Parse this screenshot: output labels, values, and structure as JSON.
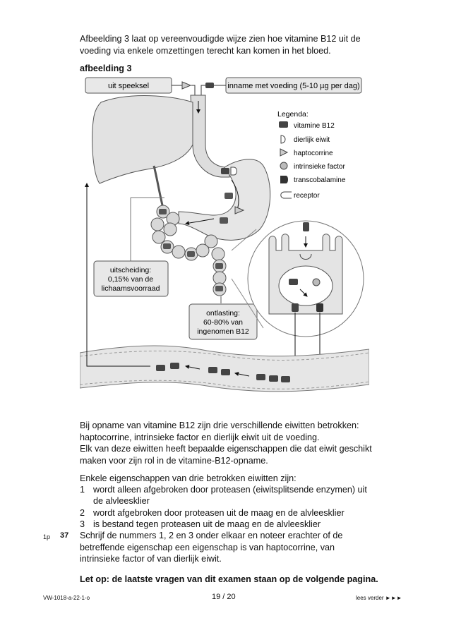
{
  "intro": {
    "line1": "Afbeelding 3 laat op vereenvoudigde wijze zien hoe vitamine B12 uit de",
    "line2": "voeding via enkele omzettingen terecht kan komen in het bloed."
  },
  "figure": {
    "title": "afbeelding 3",
    "label_saliva": "uit speeksel",
    "label_intake": "inname met voeding (5-10 µg per dag)",
    "legend": {
      "title": "Legenda:",
      "items": [
        "vitamine B12",
        "dierlijk eiwit",
        "haptocorrine",
        "intrinsieke factor",
        "transcobalamine",
        "receptor"
      ]
    },
    "excretion": [
      "uitscheiding:",
      "0,15% van de",
      "lichaamsvoorraad"
    ],
    "feces": [
      "ontlasting:",
      "60-80% van",
      "ingenomen B12"
    ]
  },
  "body": {
    "p1": [
      "Bij opname van vitamine B12 zijn drie verschillende eiwitten betrokken:",
      "haptocorrine, intrinsieke factor en dierlijk eiwit uit de voeding.",
      "Elk van deze eiwitten heeft bepaalde eigenschappen die dat eiwit geschikt",
      "maken voor zijn rol in de vitamine-B12-opname."
    ],
    "p2": "Enkele eigenschappen van drie betrokken eiwitten zijn:",
    "list": [
      {
        "n": "1",
        "text": [
          "wordt alleen afgebroken door proteasen (eiwitsplitsende enzymen) uit",
          "de alvleesklier"
        ]
      },
      {
        "n": "2",
        "text": [
          "wordt afgebroken door proteasen uit de maag en de alvleesklier"
        ]
      },
      {
        "n": "3",
        "text": [
          "is bestand tegen proteasen uit de maag en de alvleesklier"
        ]
      }
    ],
    "question": {
      "points": "1p",
      "number": "37",
      "lines": [
        "Schrijf de nummers 1, 2 en 3 onder elkaar en noteer erachter of de",
        "betreffende eigenschap een eigenschap is van haptocorrine, van",
        "intrinsieke factor of van dierlijk eiwit."
      ]
    },
    "notice": "Let op: de laatste vragen van dit examen staan op de volgende pagina."
  },
  "footer": {
    "code": "VW-1018-a-22-1-o",
    "page": "19 / 20",
    "next": "lees verder ►►►"
  }
}
